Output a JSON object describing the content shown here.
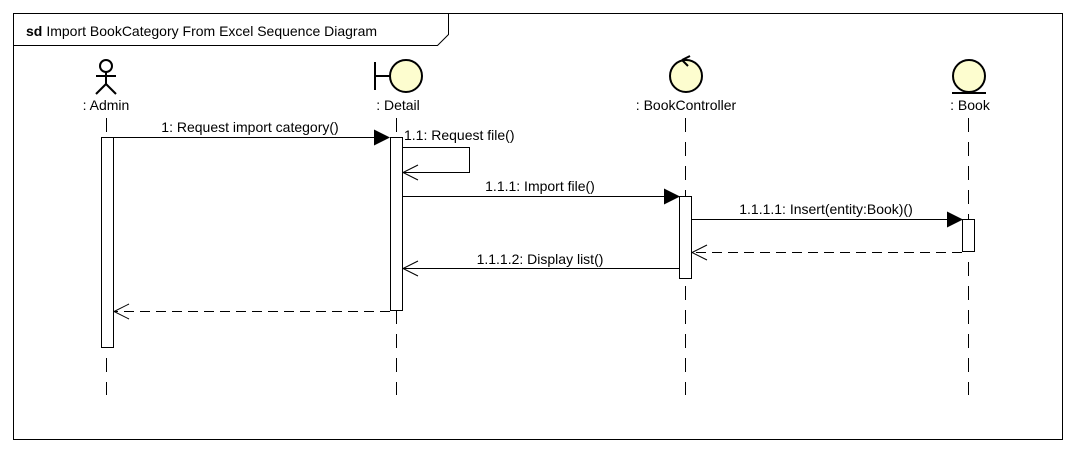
{
  "diagram": {
    "type": "sequence",
    "title_keyword": "sd",
    "title": "Import BookCategory From Excel Sequence Diagram",
    "colors": {
      "line": "#000000",
      "fill": "#fdfdcf",
      "activation": "#ffffff",
      "frame": "#ffffff"
    }
  },
  "participants": [
    {
      "id": "admin",
      "label": ": Admin",
      "kind": "actor"
    },
    {
      "id": "detail",
      "label": ": Detail",
      "kind": "boundary"
    },
    {
      "id": "controller",
      "label": ": BookController",
      "kind": "control"
    },
    {
      "id": "book",
      "label": ": Book",
      "kind": "entity"
    }
  ],
  "messages": [
    {
      "label": "1: Request import category()",
      "from": "admin",
      "to": "detail",
      "kind": "sync"
    },
    {
      "label": "1.1: Request file()",
      "from": "detail",
      "to": "detail",
      "kind": "self"
    },
    {
      "label": "1.1.1: Import file()",
      "from": "detail",
      "to": "controller",
      "kind": "sync"
    },
    {
      "label": "1.1.1.1: Insert(entity:Book)()",
      "from": "controller",
      "to": "book",
      "kind": "sync"
    },
    {
      "label": "",
      "from": "book",
      "to": "controller",
      "kind": "return"
    },
    {
      "label": "1.1.1.2: Display list()",
      "from": "controller",
      "to": "detail",
      "kind": "async"
    },
    {
      "label": "",
      "from": "detail",
      "to": "admin",
      "kind": "return"
    }
  ]
}
